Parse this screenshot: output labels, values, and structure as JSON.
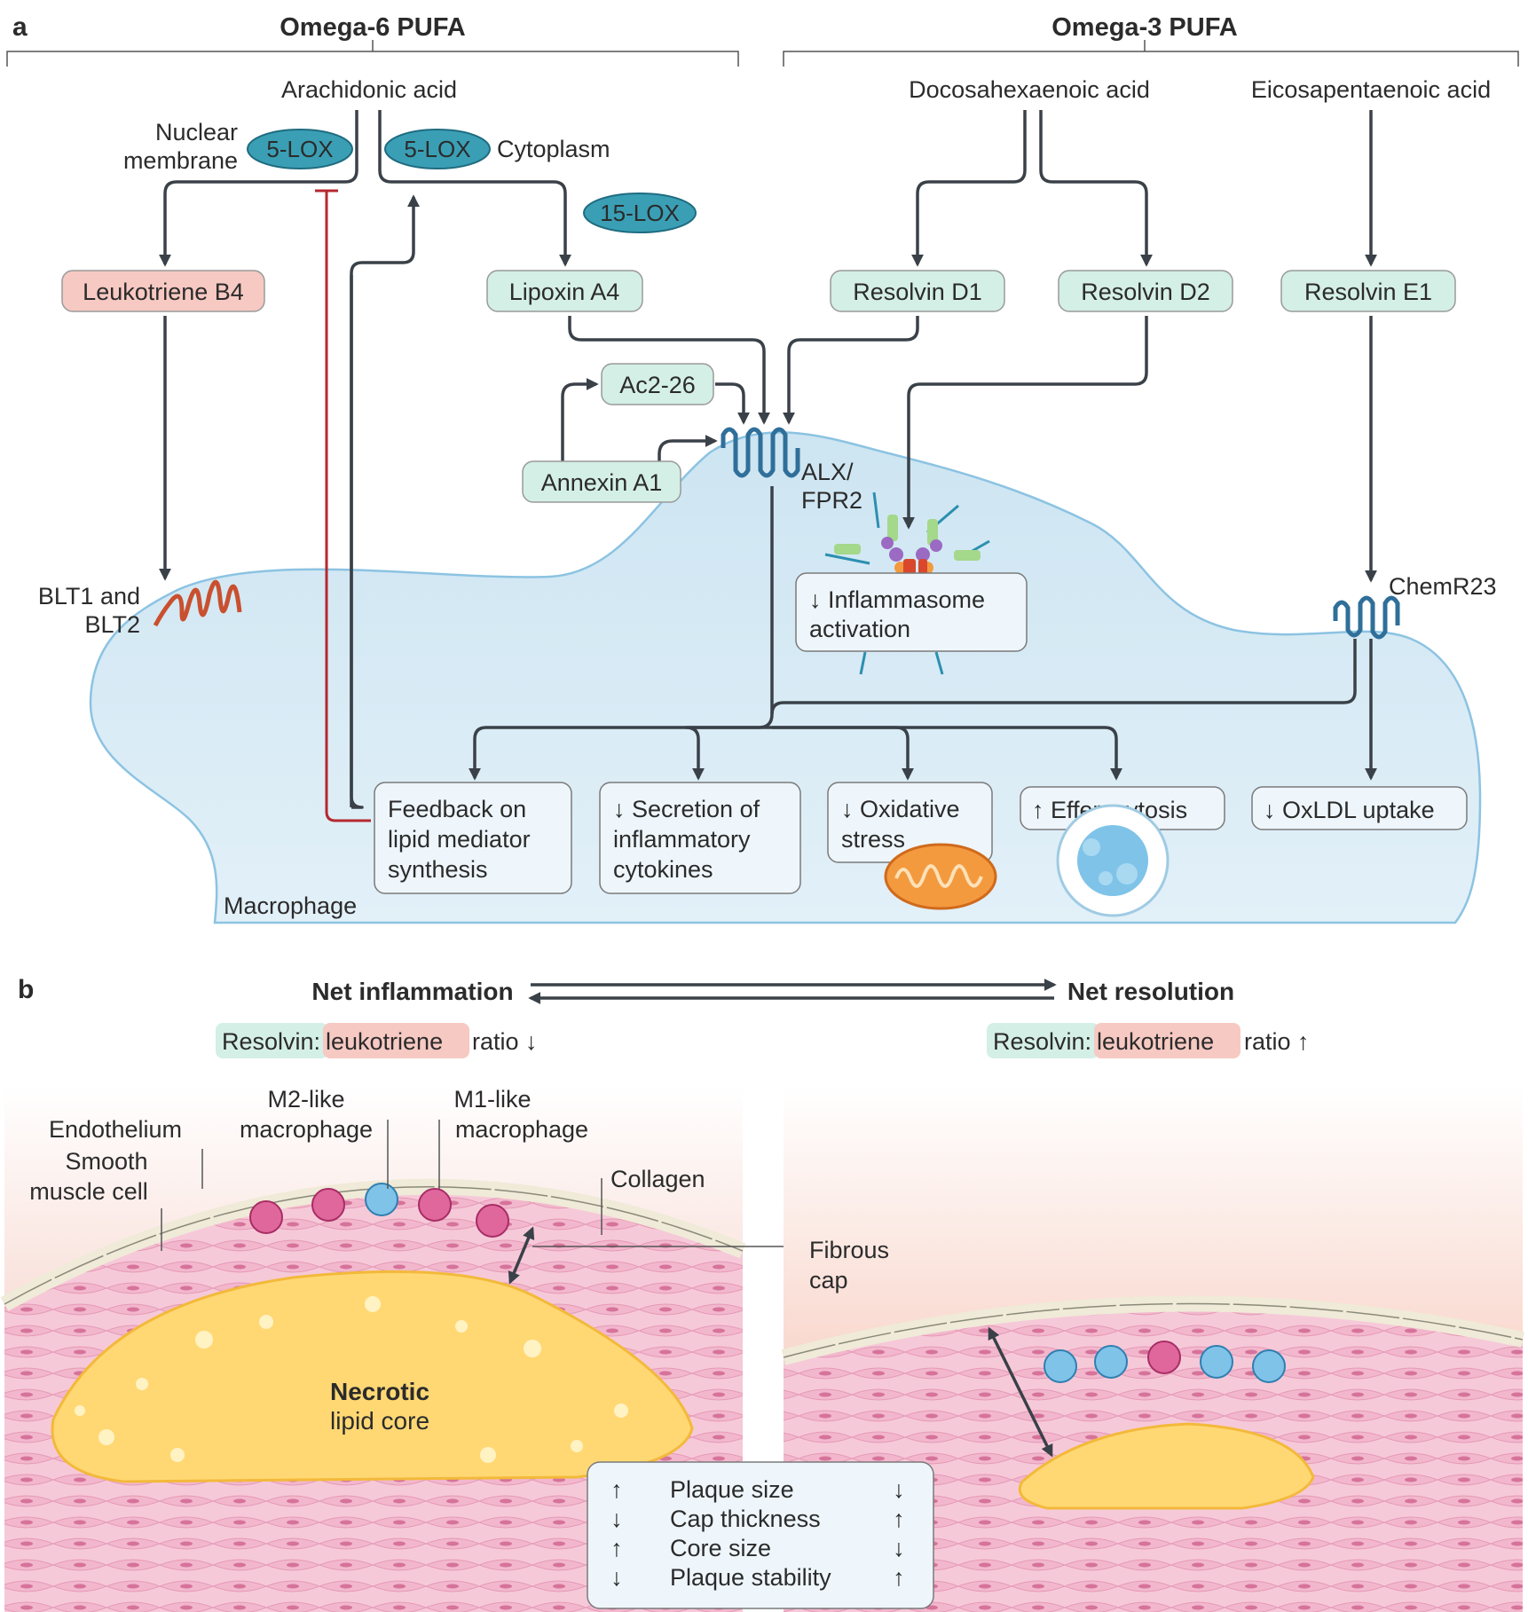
{
  "panel_a": {
    "letter": "a",
    "omega6": "Omega-6 PUFA",
    "omega3": "Omega-3 PUFA",
    "arachidonic": "Arachidonic acid",
    "dha": "Docosahexaenoic acid",
    "epa": "Eicosapentaenoic acid",
    "nuclear_membrane_1": "Nuclear",
    "nuclear_membrane_2": "membrane",
    "cytoplasm": "Cytoplasm",
    "lox5": "5-LOX",
    "lox15": "15-LOX",
    "ltb4": "Leukotriene B4",
    "lipoxin": "Lipoxin A4",
    "rvd1": "Resolvin D1",
    "rvd2": "Resolvin D2",
    "rve1": "Resolvin E1",
    "ac226": "Ac2-26",
    "annexin": "Annexin A1",
    "alx1": "ALX/",
    "alx2": "FPR2",
    "blt1": "BLT1 and",
    "blt2": "BLT2",
    "chemr23": "ChemR23",
    "inflammasome_1": "↓ Inflammasome",
    "inflammasome_2": "activation",
    "feedback_1": "Feedback on",
    "feedback_2": "lipid mediator",
    "feedback_3": "synthesis",
    "secretion_1": "↓ Secretion of",
    "secretion_2": "inflammatory",
    "secretion_3": "cytokines",
    "oxidative_1": "↓ Oxidative",
    "oxidative_2": "stress",
    "efferocytosis": "↑ Efferocytosis",
    "oxldl": "↓ OxLDL uptake",
    "macrophage": "Macrophage",
    "colors": {
      "green": "#d4efe6",
      "pink": "#f7c9c3",
      "lox": "#3a9fb5",
      "cell": "#cfe6f3"
    }
  },
  "panel_b": {
    "letter": "b",
    "net_inflammation": "Net inflammation",
    "net_resolution": "Net resolution",
    "ratio_resolvin": "Resolvin:",
    "ratio_leuko": "leukotriene",
    "ratio_down": "ratio ↓",
    "ratio_up": "ratio ↑",
    "endothelium": "Endothelium",
    "smooth_1": "Smooth",
    "smooth_2": "muscle cell",
    "m2_1": "M2-like",
    "m2_2": "macrophage",
    "m1_1": "M1-like",
    "m1_2": "macrophage",
    "collagen": "Collagen",
    "fibrous_1": "Fibrous",
    "fibrous_2": "cap",
    "necrotic_1": "Necrotic",
    "necrotic_2": "lipid core",
    "table": [
      {
        "left": "↑",
        "label": "Plaque size",
        "right": "↓"
      },
      {
        "left": "↓",
        "label": "Cap thickness",
        "right": "↑"
      },
      {
        "left": "↑",
        "label": "Core size",
        "right": "↓"
      },
      {
        "left": "↓",
        "label": "Plaque stability",
        "right": "↑"
      }
    ]
  }
}
